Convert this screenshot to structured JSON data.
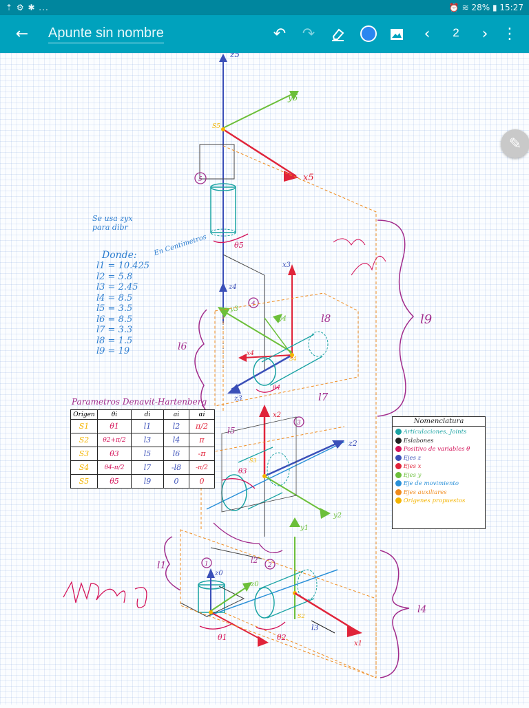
{
  "status": {
    "left_icons": "⇡ ⚙ ✱ ...",
    "battery": "28%",
    "time": "15:27"
  },
  "toolbar": {
    "title": "Apunte sin nombre",
    "page": "2",
    "pen_color": "#2b86f0"
  },
  "notes": {
    "intro_line1": "Se usa zyx",
    "intro_line2": "para dibr",
    "donde": "Donde:",
    "en_cm": "En Centimetros",
    "lengths": [
      "l1 = 10.425",
      "l2 = 5.8",
      "l3 = 2.45",
      "l4 = 8.5",
      "l5 = 3.5",
      "l6 = 8.5",
      "l7 = 3.3",
      "l8 = 1.5",
      "l9 = 19"
    ]
  },
  "dh_table": {
    "title": "Parametros Denavit-Hartenberg",
    "headers": [
      "Origen",
      "θi",
      "di",
      "ai",
      "αi"
    ],
    "rows": [
      [
        "S1",
        "θ1",
        "l1",
        "l2",
        "π/2"
      ],
      [
        "S2",
        "θ2+π/2",
        "l3",
        "l4",
        "π"
      ],
      [
        "S3",
        "θ3",
        "l5",
        "l6",
        "-π"
      ],
      [
        "S4",
        "θ4-π/2",
        "l7",
        "-l8",
        "-π/2"
      ],
      [
        "S5",
        "θ5",
        "l9",
        "0",
        "0"
      ]
    ]
  },
  "legend": {
    "title": "Nomenclatura",
    "items": [
      {
        "label": "Articulaciones, Joints",
        "color": "#1aa3a3"
      },
      {
        "label": "Eslabones",
        "color": "#222222"
      },
      {
        "label": "Positivo de variables θ",
        "color": "#d4145a"
      },
      {
        "label": "Ejes z",
        "color": "#3a4fb8"
      },
      {
        "label": "Ejes x",
        "color": "#e0243a"
      },
      {
        "label": "Ejes y",
        "color": "#6cbf3a"
      },
      {
        "label": "Eje de movimiento",
        "color": "#2a90d8"
      },
      {
        "label": "Ejes auxiliares",
        "color": "#f08a1c"
      },
      {
        "label": "Origenes propuestos",
        "color": "#f4b400"
      }
    ]
  },
  "diagram_labels": {
    "z5": "z5",
    "y5": "y5",
    "x5": "x5",
    "s5": "S5",
    "theta5": "θ5",
    "n5": "5",
    "x3": "x3",
    "z4": "z4",
    "y3": "y3",
    "y4": "y4",
    "x4": "x4",
    "s4": "S4",
    "theta4": "θ4",
    "z3": "z3",
    "n4": "4",
    "x2": "x2",
    "z2": "z2",
    "s3": "S3",
    "theta3": "θ3",
    "y2": "y2",
    "n3": "3",
    "z0": "z0",
    "y1": "y1",
    "z1": "z0",
    "x1": "x1",
    "theta1": "θ1",
    "theta2": "θ2",
    "s2": "S2",
    "n1": "1",
    "n2": "2",
    "l1": "l1",
    "l2": "l2",
    "l3": "l3",
    "l4": "l4",
    "l5": "l5",
    "l6": "l6",
    "l7": "l7",
    "l8": "l8",
    "l9": "l9"
  }
}
